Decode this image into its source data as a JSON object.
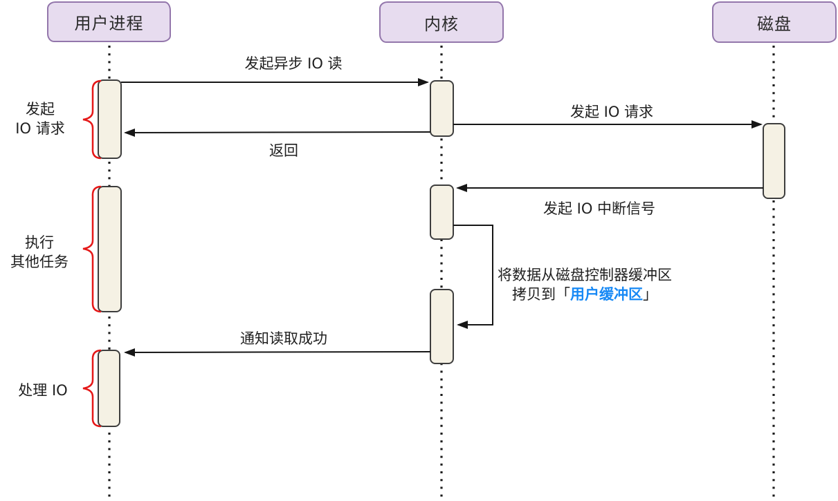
{
  "actors": [
    {
      "label": "用户进程"
    },
    {
      "label": "内核"
    },
    {
      "label": "磁盘"
    }
  ],
  "messages": {
    "async_read": "发起异步 IO 读",
    "return": "返回",
    "io_request": "发起 IO 请求",
    "io_interrupt": "发起 IO 中断信号",
    "copy_line1": "将数据从磁盘控制器缓冲区",
    "copy_line2_prefix": "拷贝到「",
    "copy_line2_highlight": "用户缓冲区",
    "copy_line2_suffix": "」",
    "notify_success": "通知读取成功"
  },
  "phases": {
    "initiate_line1": "发起",
    "initiate_line2": "IO 请求",
    "other_line1": "执行",
    "other_line2": "其他任务",
    "handle": "处理 IO"
  },
  "colors": {
    "actor_fill": "#e7dcef",
    "actor_border": "#9376ab",
    "activation_fill": "#f5f1e4",
    "activation_border": "#3d3d3d",
    "brace_red": "#e51717",
    "line_black": "#161616",
    "highlight_blue": "#1789f5"
  }
}
